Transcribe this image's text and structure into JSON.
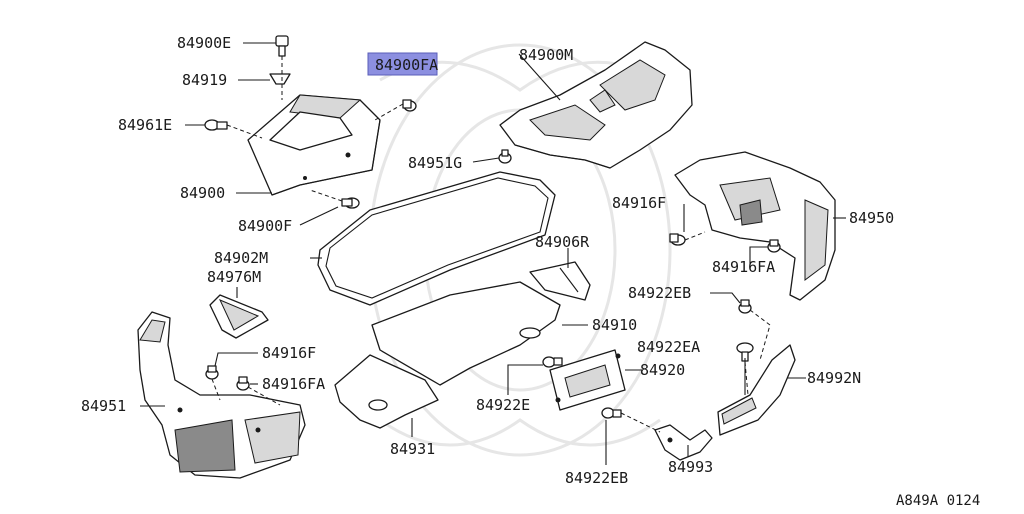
{
  "diagram_code": "A849A 0124",
  "highlight_color": "#8c8fe0",
  "labels": {
    "p84900E": "84900E",
    "p84919": "84919",
    "p84961E": "84961E",
    "p84900": "84900",
    "p84900F": "84900F",
    "p84900FA": "84900FA",
    "p84900M": "84900M",
    "p84951G": "84951G",
    "p84902M": "84902M",
    "p84976M": "84976M",
    "p84916F_left": "84916F",
    "p84916FA_left": "84916FA",
    "p84951": "84951",
    "p84906R": "84906R",
    "p84910": "84910",
    "p84931": "84931",
    "p84922E": "84922E",
    "p84920": "84920",
    "p84916F_right": "84916F",
    "p84950": "84950",
    "p84916FA_right": "84916FA",
    "p84922EB_top": "84922EB",
    "p84922EA": "84922EA",
    "p84992N": "84992N",
    "p84993": "84993",
    "p84922EB_bottom": "84922EB"
  }
}
